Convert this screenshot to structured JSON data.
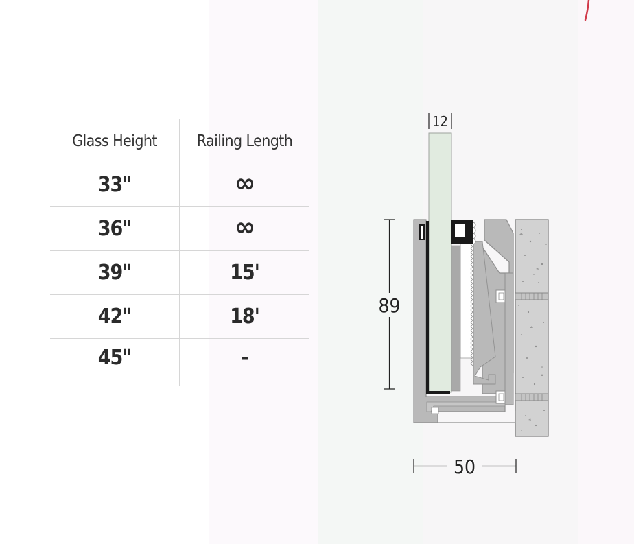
{
  "table": {
    "headers": [
      "Glass Height",
      "Railing Length"
    ],
    "rows": [
      {
        "glass_height": "33\"",
        "railing_length": "∞"
      },
      {
        "glass_height": "36\"",
        "railing_length": "∞"
      },
      {
        "glass_height": "39\"",
        "railing_length": "15'"
      },
      {
        "glass_height": "42\"",
        "railing_length": "18'"
      },
      {
        "glass_height": "45\"",
        "railing_length": "-"
      }
    ]
  },
  "diagram": {
    "glass_thickness_label": "12",
    "profile_height_label": "89",
    "profile_width_label": "50",
    "colors": {
      "glass": "#e1ebe0",
      "aluminum": "#b9b9b9",
      "aluminum_edge": "#8f8f8f",
      "concrete": "#d2d2d2",
      "gasket": "#1a1a1a",
      "accent_mark": "#d13a4a"
    }
  }
}
